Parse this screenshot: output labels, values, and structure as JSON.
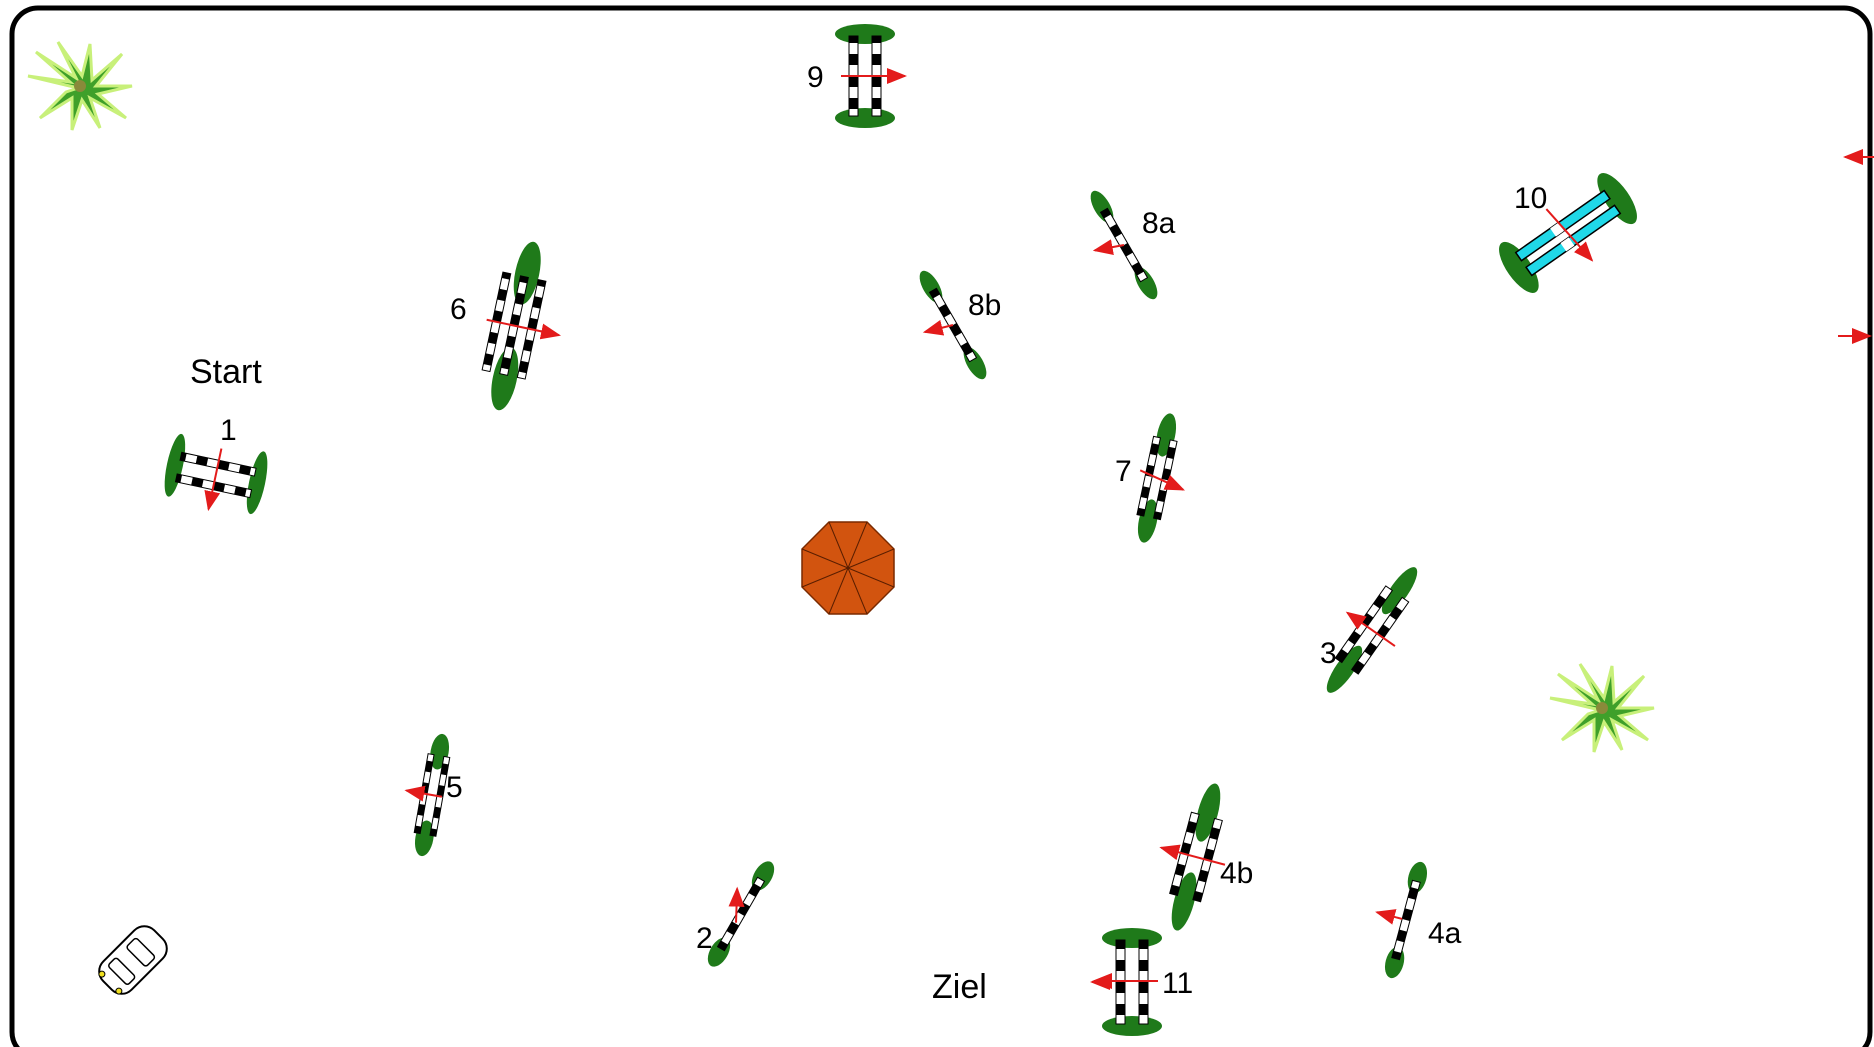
{
  "course": {
    "start_label": "Start",
    "finish_label": "Ziel",
    "colors": {
      "border": "#000000",
      "fence_black": "#000000",
      "fence_white": "#ffffff",
      "water_pole": "#20d8e8",
      "stand": "#1f7a1a",
      "arrow": "#e31b1b",
      "umbrella": "#d2540f",
      "plant": "#3fa02a"
    },
    "obstacles": [
      {
        "id": "1",
        "label": "1",
        "type": "oxer"
      },
      {
        "id": "2",
        "label": "2",
        "type": "vertical"
      },
      {
        "id": "3",
        "label": "3",
        "type": "oxer"
      },
      {
        "id": "4a",
        "label": "4a",
        "type": "vertical"
      },
      {
        "id": "4b",
        "label": "4b",
        "type": "oxer"
      },
      {
        "id": "5",
        "label": "5",
        "type": "oxer"
      },
      {
        "id": "6",
        "label": "6",
        "type": "triple-bar"
      },
      {
        "id": "7",
        "label": "7",
        "type": "oxer"
      },
      {
        "id": "8a",
        "label": "8a",
        "type": "vertical"
      },
      {
        "id": "8b",
        "label": "8b",
        "type": "vertical"
      },
      {
        "id": "9",
        "label": "9",
        "type": "oxer"
      },
      {
        "id": "10",
        "label": "10",
        "type": "water-oxer"
      },
      {
        "id": "11",
        "label": "11",
        "type": "oxer"
      }
    ],
    "decorations": [
      {
        "name": "plant-icon"
      },
      {
        "name": "plant-icon"
      },
      {
        "name": "umbrella-icon"
      },
      {
        "name": "car-icon"
      }
    ]
  }
}
